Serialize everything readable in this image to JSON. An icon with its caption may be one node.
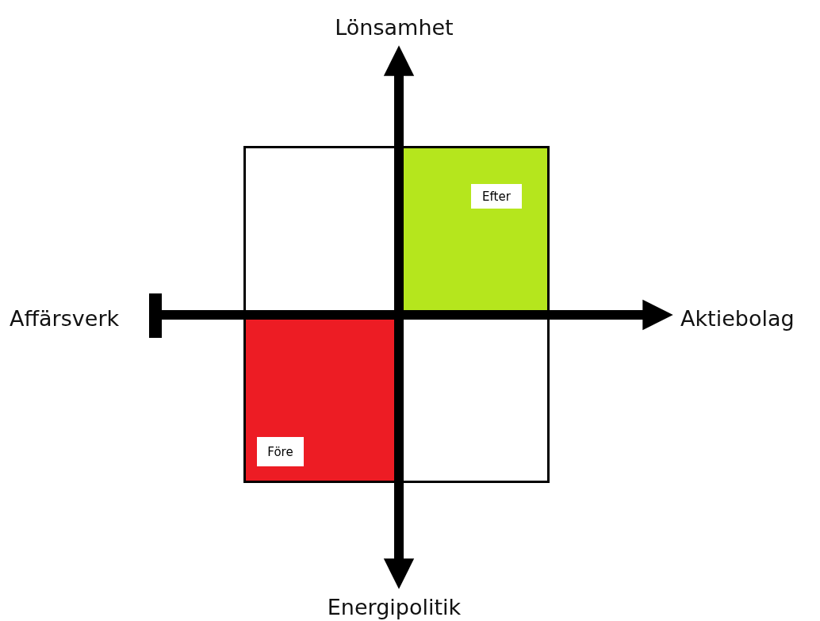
{
  "diagram": {
    "nodes": [
      {
        "text": [],
        "shape": "box"
      },
      {
        "text": [],
        "shape": "box"
      },
      {
        "text": [
          "Efter"
        ],
        "in": 1
      },
      {
        "text": [],
        "shape": "box"
      },
      {
        "text": [
          "Före"
        ],
        "in": 3
      },
      {
        "text": [],
        "shape": "box"
      }
    ],
    "labels": [
      "Lönsamhet",
      "Affärsverk",
      "Aktiebolag",
      "Energipolitik"
    ]
  }
}
